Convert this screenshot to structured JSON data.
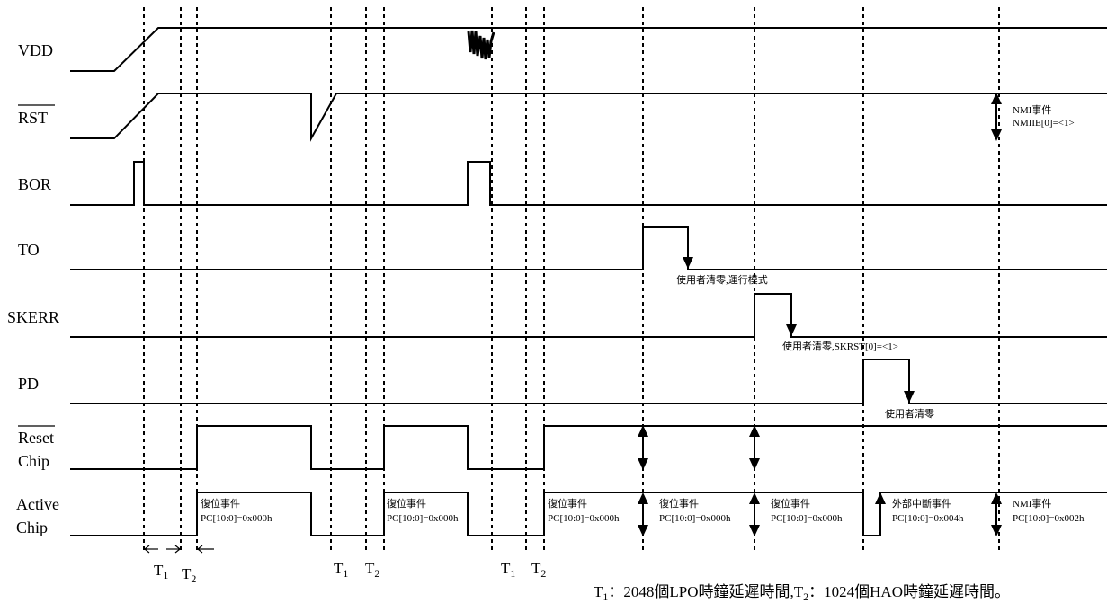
{
  "signals": {
    "vdd": "VDD",
    "rst": "RST",
    "bor": "BOR",
    "to": "TO",
    "skerr": "SKERR",
    "pd": "PD",
    "reset_chip_1": "Reset",
    "reset_chip_2": "Chip",
    "active_chip_1": "Active",
    "active_chip_2": "Chip"
  },
  "annotations": {
    "nmi_event": "NMI事件",
    "nmiie": "NMIIE[0]=<1>",
    "to_clear": "使用者清零,運行模式",
    "skerr_clear": "使用者清零,SKRST[0]=<1>",
    "pd_clear": "使用者清零"
  },
  "active_events": [
    {
      "title": "復位事件",
      "pc": "PC[10:0]=0x000h"
    },
    {
      "title": "復位事件",
      "pc": "PC[10:0]=0x000h"
    },
    {
      "title": "復位事件",
      "pc": "PC[10:0]=0x000h"
    },
    {
      "title": "復位事件",
      "pc": "PC[10:0]=0x000h"
    },
    {
      "title": "復位事件",
      "pc": "PC[10:0]=0x000h"
    },
    {
      "title": "外部中斷事件",
      "pc": "PC[10:0]=0x004h"
    },
    {
      "title": "NMI事件",
      "pc": "PC[10:0]=0x002h"
    }
  ],
  "timing_labels": {
    "t": "T",
    "sub1": "1",
    "sub2": "2"
  },
  "footnote": {
    "t1_prefix": "T",
    "t1_sub": "1",
    "t1_text": "：2048個LPO時鐘延遲時間,T",
    "t2_sub": "2",
    "t2_text": "：1024個HAO時鐘延遲時間。"
  }
}
